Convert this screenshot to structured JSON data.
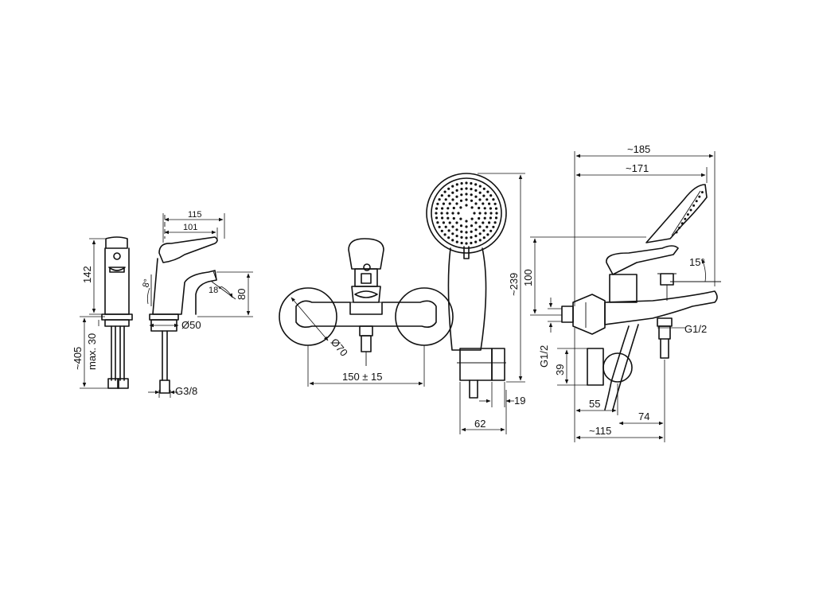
{
  "views": {
    "basin_front": {
      "dim_height": "142",
      "dim_stem": "~405",
      "dim_thickness": "max. 30"
    },
    "basin_side": {
      "dim_depth_total": "115",
      "dim_depth_spout": "101",
      "angle_handle": "8°",
      "angle_spout": "18°",
      "dim_spout_height": "80",
      "dim_base_diameter": "Ø50",
      "dim_thread": "G3/8"
    },
    "bath_front": {
      "dim_rosette": "Ø70",
      "dim_centers": "150 ± 15"
    },
    "hand_shower": {
      "dim_length": "~239",
      "dim_holder": "19",
      "dim_width": "62"
    },
    "bath_side": {
      "dim_overall": "~185",
      "dim_body": "~171",
      "angle_shower": "15°",
      "dim_height": "100",
      "dim_connection": "G1/2",
      "dim_connection_vertical": "G1/2",
      "dim_holder_height": "39",
      "dim_hose": "55",
      "dim_outlet": "74",
      "dim_projection": "~115"
    }
  }
}
